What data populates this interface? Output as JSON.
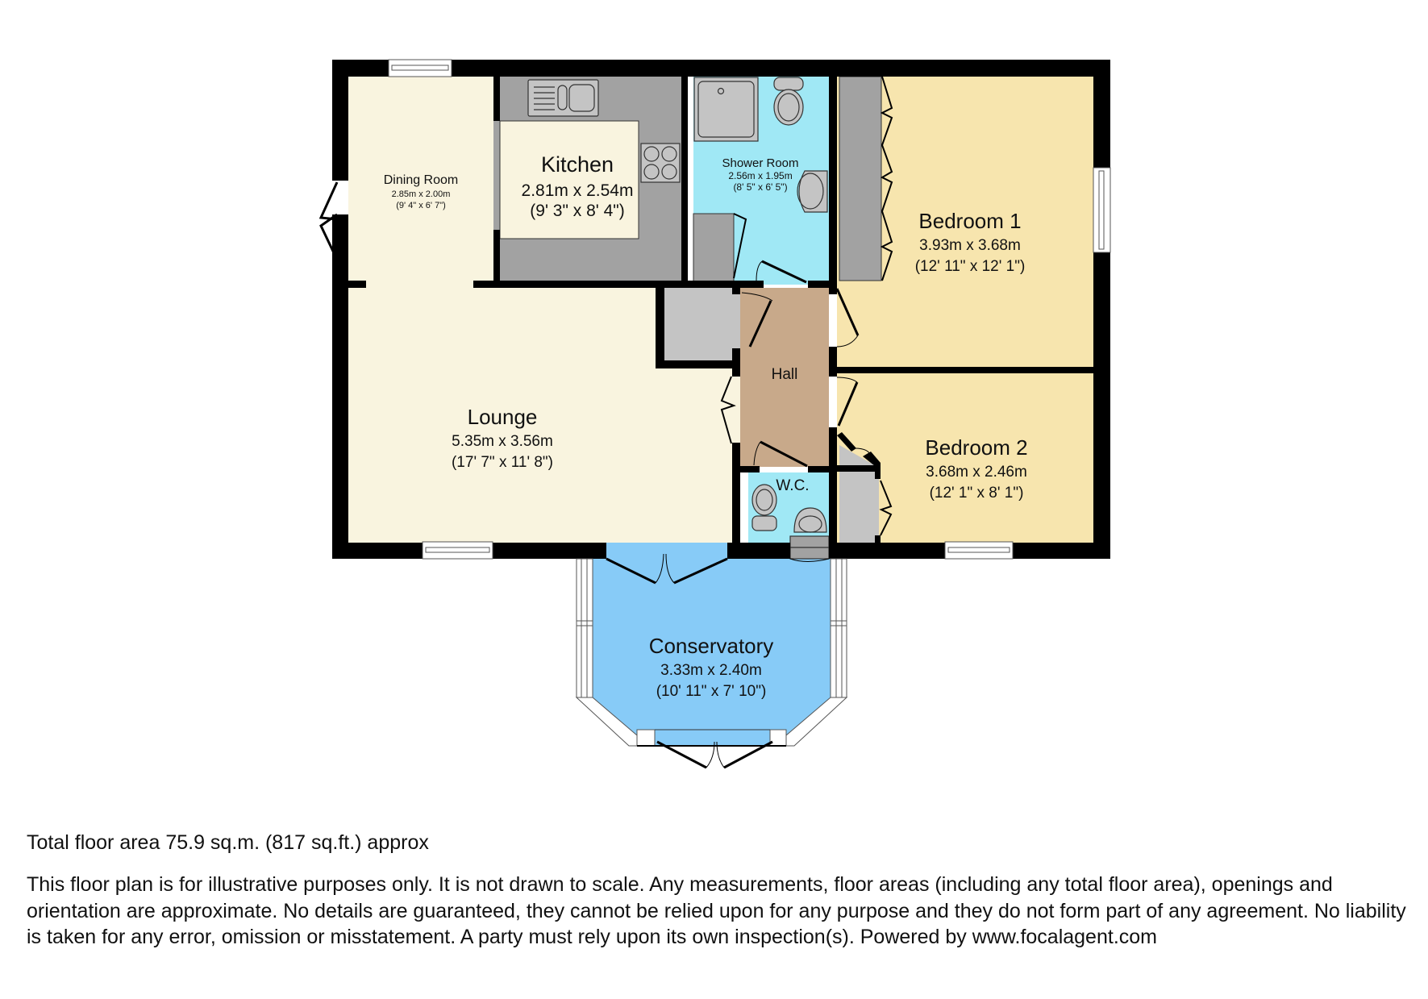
{
  "colors": {
    "wall": "#000000",
    "lounge_floor": "#f9f4df",
    "bedroom_floor": "#f7e5ae",
    "wet_room_floor": "#a0e8f5",
    "hall_floor": "#c8a98a",
    "conservatory_floor": "#87cbf7",
    "fitted_unit": "#a2a2a2",
    "cupboard": "#c4c4c4"
  },
  "rooms": {
    "dining_room": {
      "name": "Dining Room",
      "metric": "2.85m x 2.00m",
      "imperial": "(9' 4\" x 6' 7\")"
    },
    "kitchen": {
      "name": "Kitchen",
      "metric": "2.81m x 2.54m",
      "imperial": "(9' 3\" x 8' 4\")"
    },
    "shower_room": {
      "name": "Shower Room",
      "metric": "2.56m x 1.95m",
      "imperial": "(8' 5\" x 6' 5\")"
    },
    "bedroom_1": {
      "name": "Bedroom 1",
      "metric": "3.93m x 3.68m",
      "imperial": "(12' 11\" x 12' 1\")"
    },
    "hall": {
      "name": "Hall"
    },
    "lounge": {
      "name": "Lounge",
      "metric": "5.35m x 3.56m",
      "imperial": "(17' 7\" x 11' 8\")"
    },
    "wc": {
      "name": "W.C."
    },
    "bedroom_2": {
      "name": "Bedroom 2",
      "metric": "3.68m x 2.46m",
      "imperial": "(12' 1\" x 8' 1\")"
    },
    "conservatory": {
      "name": "Conservatory",
      "metric": "3.33m x 2.40m",
      "imperial": "(10' 11\" x 7' 10\")"
    }
  },
  "footer": {
    "total_area": "Total floor area 75.9 sq.m. (817 sq.ft.) approx",
    "disclaimer": "This floor plan is for illustrative purposes only. It is not drawn to scale. Any measurements, floor areas (including any total floor area), openings and orientation are approximate. No details are guaranteed, they cannot be relied upon for any purpose and they do not form part of any agreement. No liability is taken for any error, omission or misstatement. A party must rely upon its own inspection(s). Powered by www.focalagent.com"
  }
}
